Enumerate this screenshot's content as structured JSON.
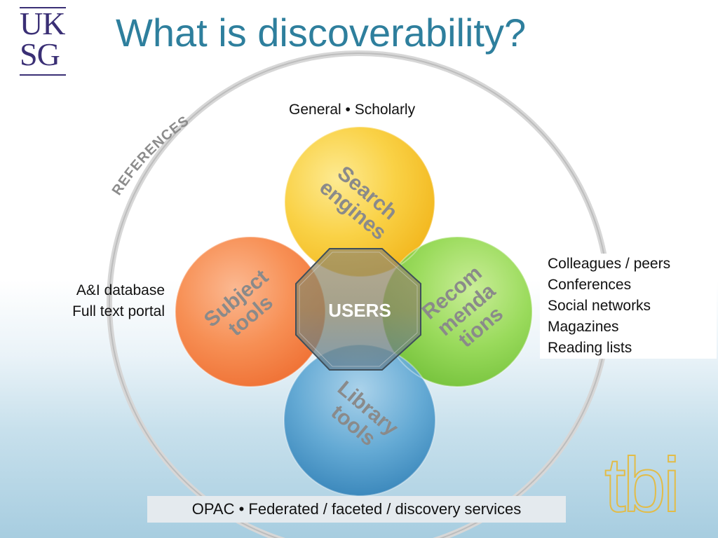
{
  "slide": {
    "title": "What is discoverability?"
  },
  "logos": {
    "uksg_line1": "UK",
    "uksg_line2": "SG",
    "tbi": "tbi"
  },
  "diagram": {
    "outer_ring_label": "REFERENCES",
    "center": "USERS",
    "petals": {
      "top": {
        "line1": "Search",
        "line2": "engines",
        "color": "#f7c21b"
      },
      "left": {
        "line1": "Subject",
        "line2": "tools",
        "color": "#f7763a"
      },
      "right": {
        "line1": "Recom",
        "line2": "menda",
        "line3": "tions",
        "color": "#78c83a"
      },
      "bottom": {
        "line1": "Library",
        "line2": "tools",
        "color": "#3b8fc4"
      }
    },
    "annotations": {
      "top": "General • Scholarly",
      "left": [
        "A&I database",
        "Full text portal"
      ],
      "right": [
        "Colleagues / peers",
        "Conferences",
        "Social networks",
        "Magazines",
        "Reading lists"
      ],
      "bottom": "OPAC • Federated / faceted / discovery services"
    }
  },
  "colors": {
    "title": "#2e7f9d",
    "uksg": "#3a2f75",
    "tbi": "#e2bc48",
    "petal_text": "#8a8a8a"
  }
}
